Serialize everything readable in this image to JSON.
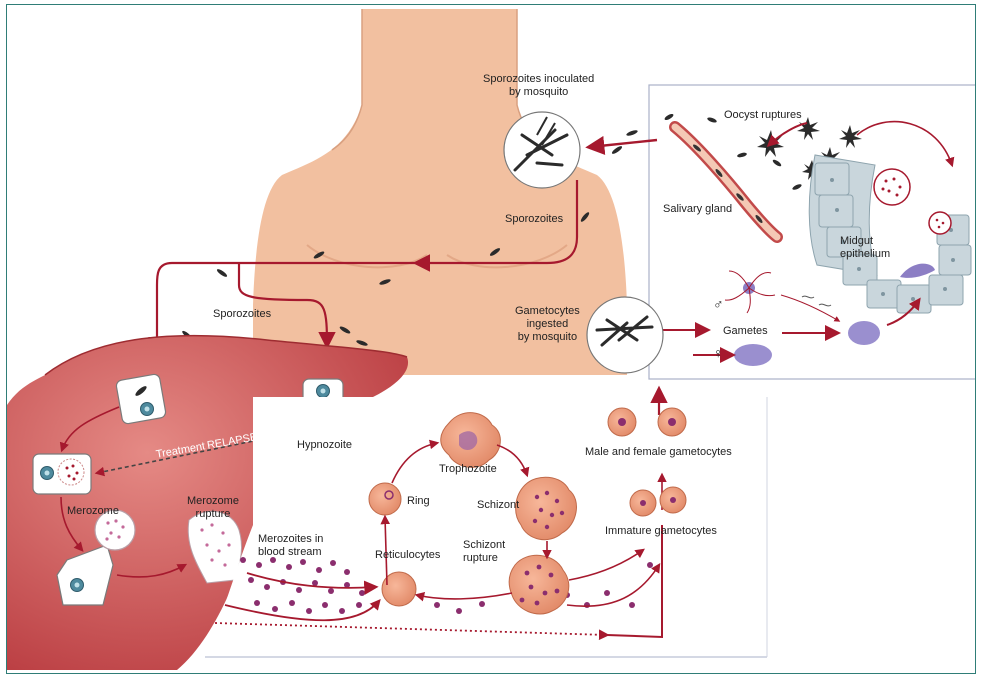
{
  "figure": {
    "accent_red": "#a6192e",
    "liver_color": "#c94c4e",
    "skin_color": "#f2c0a0",
    "parasite_color": "#8b3a7c",
    "gamete_color": "#9a8fcf"
  },
  "labels": {
    "sporozoites_inoculated": "Sporozoites inoculated\nby mosquito",
    "oocyst_ruptures": "Oocyst ruptures",
    "salivary_gland": "Salivary gland",
    "midgut_epithelium": "Midgut\nepithelium",
    "sporozoites_upper": "Sporozoites",
    "sporozoites_left": "Sporozoites",
    "gametocytes_ingested": "Gametocytes\ningested\nby mosquito",
    "gametes": "Gametes",
    "male_symbol": "♂",
    "female_symbol": "♀",
    "hypnozoite": "Hypnozoite",
    "treatment_relapse": "Treatment RELAPSE",
    "merozome": "Merozome",
    "merozome_rupture": "Merozome\nrupture",
    "merozoites_blood": "Merozoites in\nblood stream",
    "trophozoite": "Trophozoite",
    "ring": "Ring",
    "schizont": "Schizont",
    "schizont_rupture": "Schizont\nrupture",
    "reticulocytes": "Reticulocytes",
    "male_female_gametocytes": "Male and female gametocytes",
    "immature_gametocytes": "Immature gametocytes"
  }
}
